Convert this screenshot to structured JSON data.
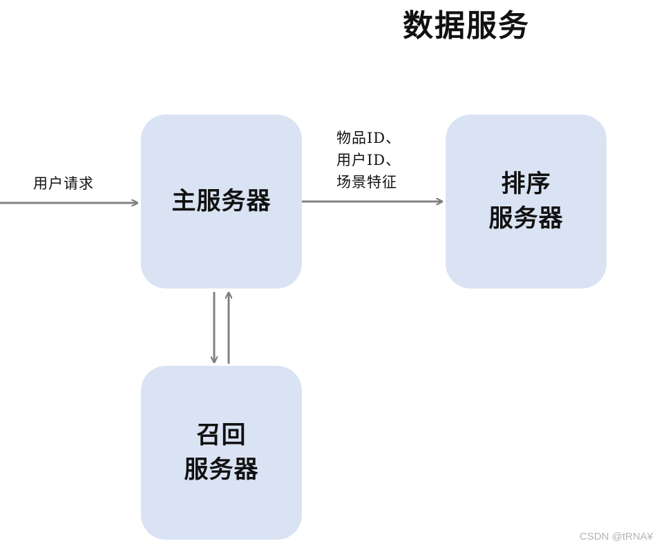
{
  "title": "数据服务",
  "nodes": {
    "main": {
      "line1": "主服务器"
    },
    "rank": {
      "line1": "排序",
      "line2": "服务器"
    },
    "recall": {
      "line1": "召回",
      "line2": "服务器"
    }
  },
  "edges": {
    "user_request": "用户请求",
    "features": {
      "line1": "物品ID、",
      "line2": "用户ID、",
      "line3": "场景特征"
    }
  },
  "colors": {
    "node_fill": "#dae3f3",
    "arrow": "#808080"
  },
  "watermark": "CSDN @tRNA¥"
}
